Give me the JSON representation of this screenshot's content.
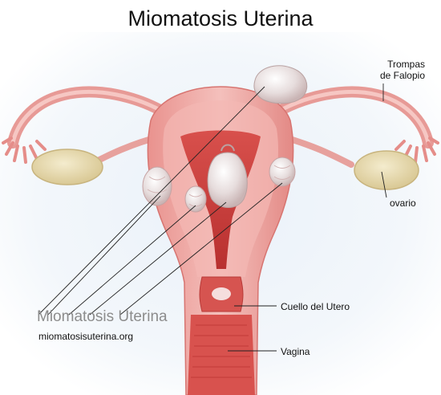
{
  "title": "Miomatosis Uterina",
  "labels": {
    "fallopian_line1": "Trompas",
    "fallopian_line2": "de Falopio",
    "ovary": "ovario",
    "cervix": "Cuello del Utero",
    "vagina": "Vagina"
  },
  "watermark": {
    "text": "Miomatosis Uterina",
    "url": "miomatosisuterina.org"
  },
  "colors": {
    "background_glow": "#e4edf7",
    "tissue_light": "#f2b7b3",
    "tissue_mid": "#e8908c",
    "tissue_dark": "#c9413f",
    "cavity": "#cf3f3d",
    "myoma": "#ece3e3",
    "ovary": "#e9ddb5",
    "leader_line": "#222222"
  }
}
